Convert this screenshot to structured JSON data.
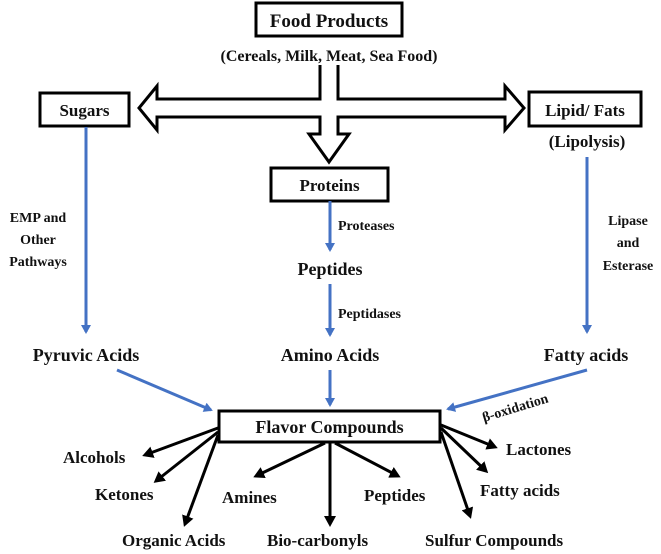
{
  "colors": {
    "blue_arrow": "#4472c4",
    "black_arrow": "#000000",
    "text": "#111111",
    "background": "#ffffff"
  },
  "nodes": {
    "food_products": "Food Products",
    "food_examples": "(Cereals, Milk, Meat, Sea Food)",
    "sugars": "Sugars",
    "lipids": "Lipid/ Fats",
    "lipolysis": "(Lipolysis)",
    "proteins": "Proteins",
    "peptides": "Peptides",
    "amino_acids": "Amino Acids",
    "pyruvic_acids": "Pyruvic Acids",
    "fatty_acids": "Fatty acids",
    "flavor_compounds": "Flavor Compounds"
  },
  "edge_labels": {
    "emp_line1": "EMP and",
    "emp_line2": "Other",
    "emp_line3": "Pathways",
    "proteases": "Proteases",
    "peptidases": "Peptidases",
    "lipase_line1": "Lipase",
    "lipase_line2": "and",
    "lipase_line3": "Esterase",
    "beta_oxidation": "β-oxidation"
  },
  "products": [
    "Alcohols",
    "Ketones",
    "Organic Acids",
    "Amines",
    "Bio-carbonyls",
    "Peptides",
    "Sulfur Compounds",
    "Fatty acids",
    "Lactones"
  ]
}
